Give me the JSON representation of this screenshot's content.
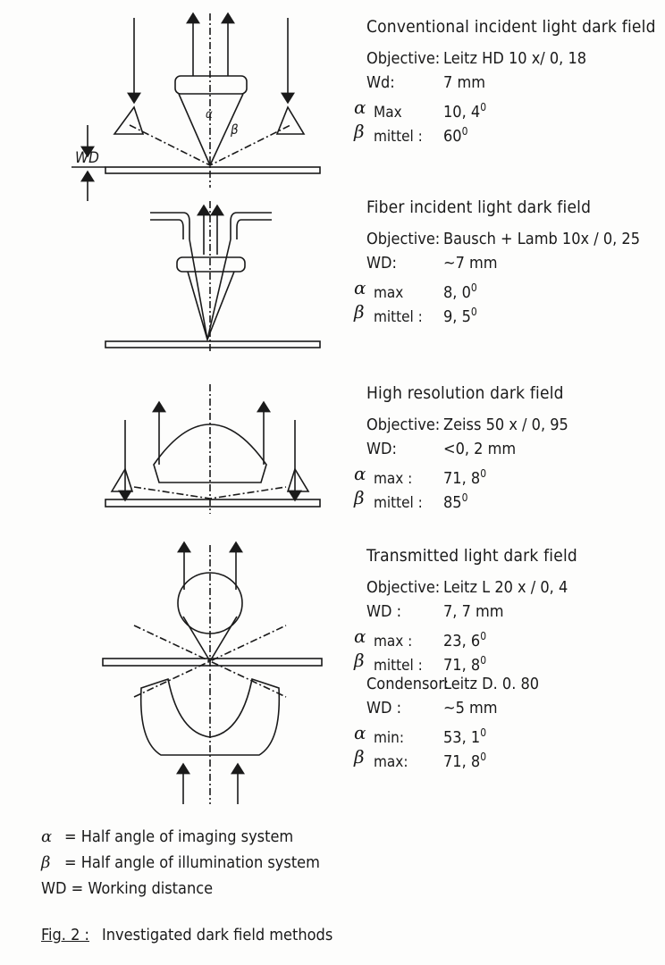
{
  "sections": [
    {
      "title": "Conventional incident light dark field",
      "rows": [
        {
          "label": "Objective:",
          "value": "Leitz HD   10 x/ 0, 18"
        },
        {
          "label": "Wd:",
          "value": "7 mm"
        },
        {
          "sym": "α",
          "sub": "Max",
          "value": "10, 4",
          "sup": "0"
        },
        {
          "sym": "β",
          "sub": "mittel :",
          "value": "60",
          "sup": "0"
        }
      ]
    },
    {
      "title": "Fiber incident light  dark field",
      "rows": [
        {
          "label": "Objective:",
          "value": "Bausch + Lamb 10x / 0, 25"
        },
        {
          "label": "WD:",
          "value": "~7 mm"
        },
        {
          "sym": "α",
          "sub": "max",
          "value": "8, 0",
          "sup": "0"
        },
        {
          "sym": "β",
          "sub": "mittel :",
          "value": "9, 5",
          "sup": "0"
        }
      ]
    },
    {
      "title": "High resolution dark field",
      "rows": [
        {
          "label": "Objective:",
          "value": "Zeiss 50 x / 0, 95"
        },
        {
          "label": "WD:",
          "value": "<0, 2 mm"
        },
        {
          "sym": "α",
          "sub": "max :",
          "value": "71, 8",
          "sup": "0"
        },
        {
          "sym": "β",
          "sub": "mittel :",
          "value": "85",
          "sup": "0"
        }
      ]
    },
    {
      "title": "Transmitted light dark field",
      "rows": [
        {
          "label": "Objective:",
          "value": "Leitz L 20 x / 0, 4"
        },
        {
          "label": "WD :",
          "value": "7, 7 mm"
        },
        {
          "sym": "α",
          "sub": "max :",
          "value": "23, 6",
          "sup": "0"
        },
        {
          "sym": "β",
          "sub": "mittel :",
          "value": "71, 8",
          "sup": "0"
        },
        {
          "label": "Condensor:",
          "value": "Leitz D.  0. 80"
        },
        {
          "label": "WD :",
          "value": "~5 mm"
        },
        {
          "sym": "α",
          "sub": "min:",
          "value": "53, 1",
          "sup": "0"
        },
        {
          "sym": "β",
          "sub": "max:",
          "value": "71, 8",
          "sup": "0"
        }
      ]
    }
  ],
  "diagram_labels": {
    "wd": "WD",
    "alpha": "α",
    "beta": "β"
  },
  "legend": [
    {
      "sym": "α",
      "text": "=  Half angle of imaging system"
    },
    {
      "sym": "β",
      "text": "=  Half angle of illumination system"
    },
    {
      "sym": "WD",
      "text": "= Working distance"
    }
  ],
  "caption": {
    "fig": "Fig. 2 :",
    "text": "Investigated dark field methods"
  }
}
